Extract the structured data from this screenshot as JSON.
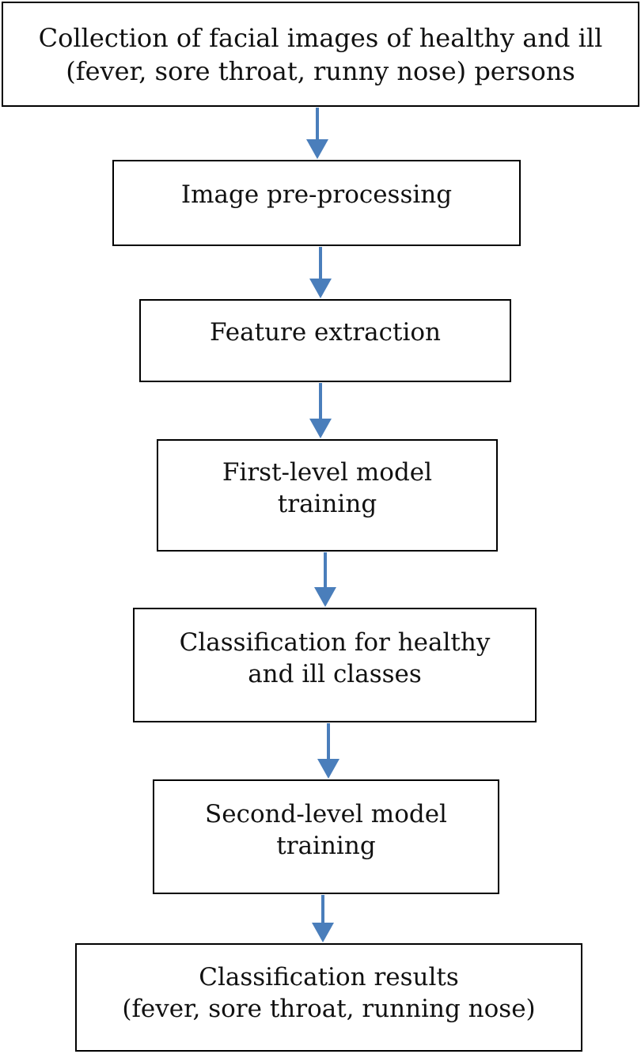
{
  "flowchart": {
    "steps": [
      {
        "id": "collection",
        "lines": [
          "Collection of facial images of healthy and ill",
          "(fever, sore throat, runny nose) persons"
        ]
      },
      {
        "id": "preprocessing",
        "lines": [
          "Image pre-processing"
        ]
      },
      {
        "id": "feature-extraction",
        "lines": [
          "Feature extraction"
        ]
      },
      {
        "id": "first-level-training",
        "lines": [
          "First-level model",
          "training"
        ]
      },
      {
        "id": "classification-healthy-ill",
        "lines": [
          "Classification for healthy",
          "and ill classes"
        ]
      },
      {
        "id": "second-level-training",
        "lines": [
          "Second-level model",
          "training"
        ]
      },
      {
        "id": "classification-results",
        "lines": [
          "Classification results",
          "(fever, sore throat, running nose)"
        ]
      }
    ],
    "arrow_color": "#4a7ebb",
    "border_color": "#000000"
  }
}
